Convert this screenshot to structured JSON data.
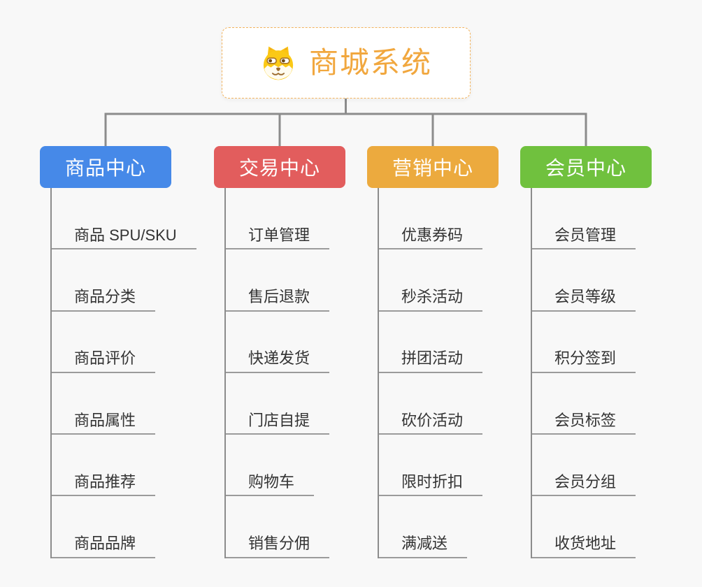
{
  "root": {
    "title": "商城系统",
    "icon": "dog-face-icon"
  },
  "branches": [
    {
      "label": "商品中心",
      "color": "#4689e8",
      "items": [
        "商品 SPU/SKU",
        "商品分类",
        "商品评价",
        "商品属性",
        "商品推荐",
        "商品品牌"
      ]
    },
    {
      "label": "交易中心",
      "color": "#e25d5d",
      "items": [
        "订单管理",
        "售后退款",
        "快递发货",
        "门店自提",
        "购物车",
        "销售分佣"
      ]
    },
    {
      "label": "营销中心",
      "color": "#ecaa3e",
      "items": [
        "优惠券码",
        "秒杀活动",
        "拼团活动",
        "砍价活动",
        "限时折扣",
        "满减送"
      ]
    },
    {
      "label": "会员中心",
      "color": "#70c13e",
      "items": [
        "会员管理",
        "会员等级",
        "积分签到",
        "会员标签",
        "会员分组",
        "收货地址"
      ]
    }
  ],
  "colors": {
    "background": "#f8f8f8",
    "connector_line": "#8c8c8c",
    "leaf_underline": "#9b9b9b",
    "root_text": "#f1a73e",
    "root_border": "#f2b35c",
    "leaf_text": "#333333"
  }
}
